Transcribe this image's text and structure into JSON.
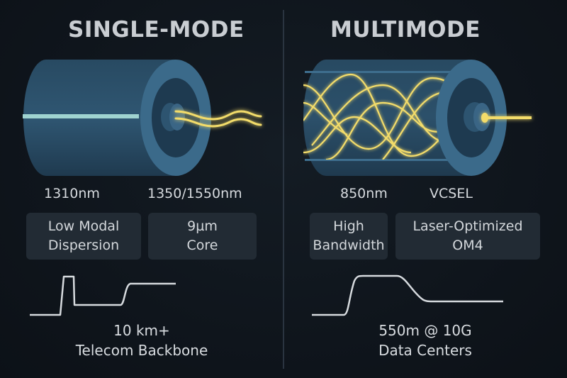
{
  "left": {
    "title": "SINGLE-MODE",
    "labels": [
      "1310nm",
      "1350/1550nm"
    ],
    "boxes": [
      {
        "line1": "Low Modal",
        "line2": "Dispersion"
      },
      {
        "line1": "9µm",
        "line2": "Core"
      }
    ],
    "footer": {
      "line1": "10 km+",
      "line2": "Telecom Backbone"
    },
    "pulse_shape": "narrow-pulse-then-step"
  },
  "right": {
    "title": "MULTIMODE",
    "labels": [
      "850nm",
      "VCSEL"
    ],
    "boxes": [
      {
        "line1": "High",
        "line2": "Bandwidth"
      },
      {
        "line1": "Laser-Optimized",
        "line2": "OM4"
      }
    ],
    "footer": {
      "line1": "550m @ 10G",
      "line2": "Data Centers"
    },
    "pulse_shape": "broadened-pulse"
  },
  "colors": {
    "background": "#0f151c",
    "cable": "#2f5672",
    "cable_face": "#3b6a8a",
    "core_line": "#9fd3d0",
    "light": "#f3dc6a",
    "text": "#d2d7dc",
    "box": "#222b34"
  },
  "icons": {
    "single_mode_fiber": "cylinder-with-wavy-light-icon",
    "multimode_fiber": "cylinder-with-bouncing-rays-icon"
  }
}
